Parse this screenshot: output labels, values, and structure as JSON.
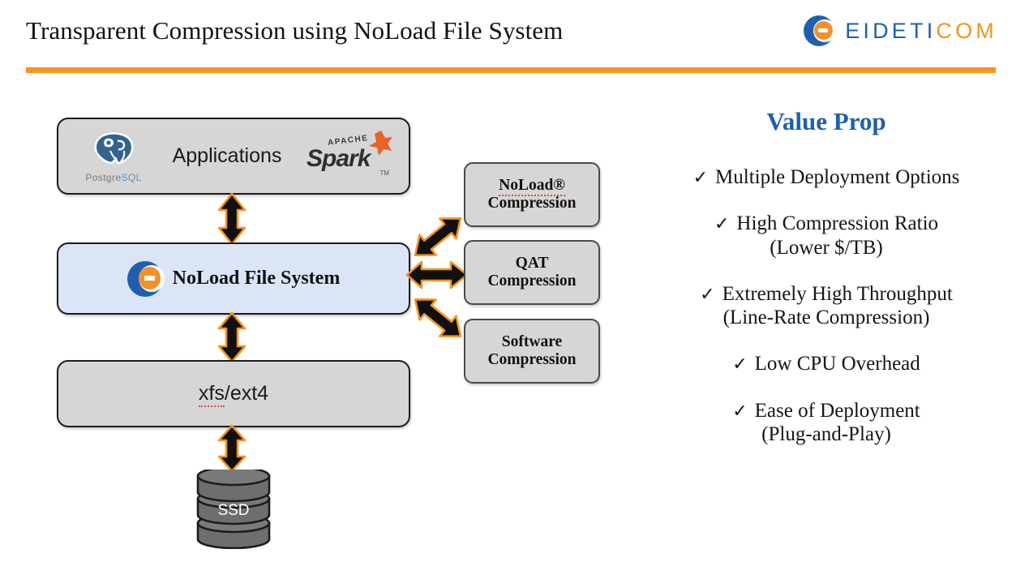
{
  "header": {
    "title": "Transparent Compression using NoLoad File System",
    "brand_blue": "EIDETI",
    "brand_orange": "COM",
    "accent_orange": "#f7941e",
    "accent_blue": "#1f5fae"
  },
  "diagram": {
    "applications": {
      "label": "Applications",
      "postgres": {
        "word_grey": "Postgre",
        "word_blue": "SQL"
      },
      "spark": {
        "apache": "APACHE",
        "word": "Spark",
        "tm": "TM"
      }
    },
    "noload_fs": {
      "label": "NoLoad File System"
    },
    "filesystem": {
      "label_underlined": "xfs",
      "label_rest": "/ext4"
    },
    "storage": {
      "label": "SSD"
    },
    "compression": [
      {
        "line1": "NoLoad®",
        "line2": "Compression",
        "spellcheck": true
      },
      {
        "line1": "QAT",
        "line2": "Compression",
        "spellcheck": false
      },
      {
        "line1": "Software",
        "line2": "Compression",
        "spellcheck": false
      }
    ],
    "arrow_fill": "#101010",
    "arrow_outline": "#f5921e"
  },
  "value_panel": {
    "title": "Value Prop",
    "check_glyph": "✓",
    "items": [
      {
        "text": "Multiple Deployment Options",
        "sub": ""
      },
      {
        "text": "High Compression Ratio",
        "sub": "(Lower $/TB)"
      },
      {
        "text": "Extremely High Throughput",
        "sub": "(Line-Rate Compression)"
      },
      {
        "text": "Low CPU Overhead",
        "sub": ""
      },
      {
        "text": "Ease of Deployment",
        "sub": "(Plug-and-Play)"
      }
    ]
  }
}
